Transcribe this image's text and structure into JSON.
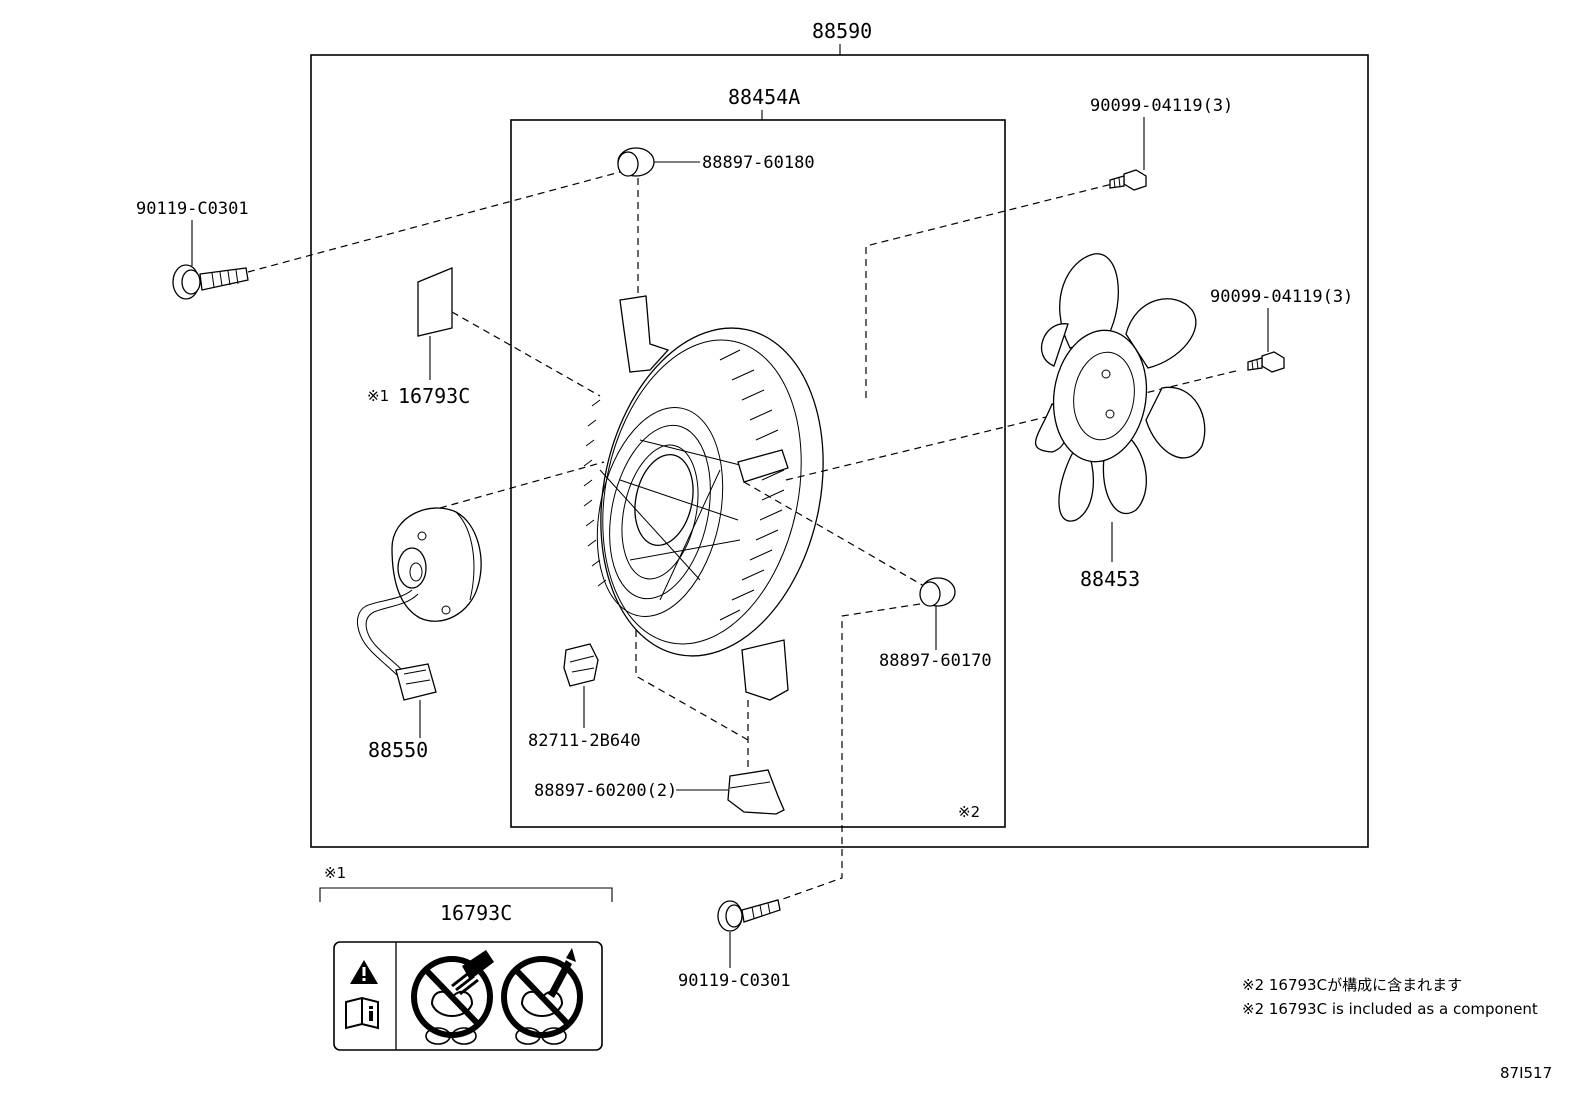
{
  "labels": {
    "assembly": "88590",
    "shroud_assy": "88454A",
    "grommet_top": "88897-60180",
    "grommet_right": "88897-60170",
    "bolt_upper_left": "90119-C0301",
    "bolt_lower": "90119-C0301",
    "screw_top_right": "90099-04119(3)",
    "screw_mid_right": "90099-04119(3)",
    "fan": "88453",
    "motor": "88550",
    "label_sticker": "16793C",
    "label_sticker_mark": "※1",
    "connector_clip": "82711-2B640",
    "clamp": "88897-60200(2)",
    "mark2": "※2"
  },
  "legend": {
    "mark": "※1",
    "title": "16793C"
  },
  "notes": {
    "line_jp": "※2 16793Cが構成に含まれます",
    "line_en": "※2 16793C is included as a component"
  },
  "figure_code": "87I517"
}
